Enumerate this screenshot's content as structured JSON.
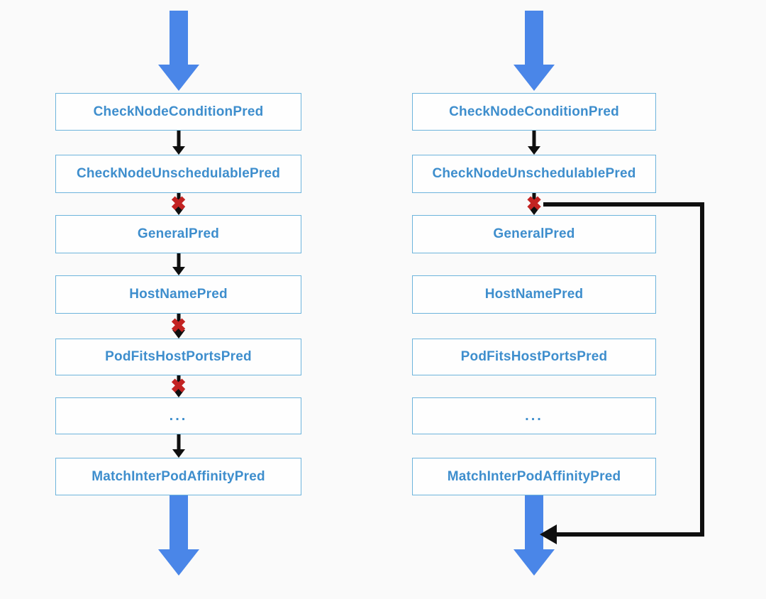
{
  "diagram": {
    "description": "Two scheduler predicate chains: full evaluation (left) and short-circuit after rejection (right)",
    "reject_marker": "✖",
    "colors": {
      "background": "#fafafa",
      "big_arrow_blue": "#4a86e8",
      "box_border_blue": "#6db4dc",
      "box_text_blue": "#3e8ecd",
      "connector_black": "#0f0f0f",
      "reject_red": "#c32322"
    },
    "columns": [
      {
        "id": "left",
        "boxes": [
          "CheckNodeConditionPred",
          "CheckNodeUnschedulablePred",
          "GeneralPred",
          "HostNamePred",
          "PodFitsHostPortsPred",
          "...",
          "MatchInterPodAffinityPred"
        ],
        "connectors": [
          "pass",
          "rejected",
          "pass",
          "rejected",
          "rejected",
          "pass"
        ],
        "entry_arrow": true,
        "exit_arrow": true
      },
      {
        "id": "right",
        "boxes": [
          "CheckNodeConditionPred",
          "CheckNodeUnschedulablePred",
          "GeneralPred",
          "HostNamePred",
          "PodFitsHostPortsPred",
          "...",
          "MatchInterPodAffinityPred"
        ],
        "connectors": [
          "pass",
          "rejected-bypass",
          "none",
          "none",
          "none",
          "none"
        ],
        "entry_arrow": true,
        "exit_arrow": true,
        "bypass": "from rejection after CheckNodeUnschedulablePred around remaining predicates into exit arrow"
      }
    ]
  }
}
